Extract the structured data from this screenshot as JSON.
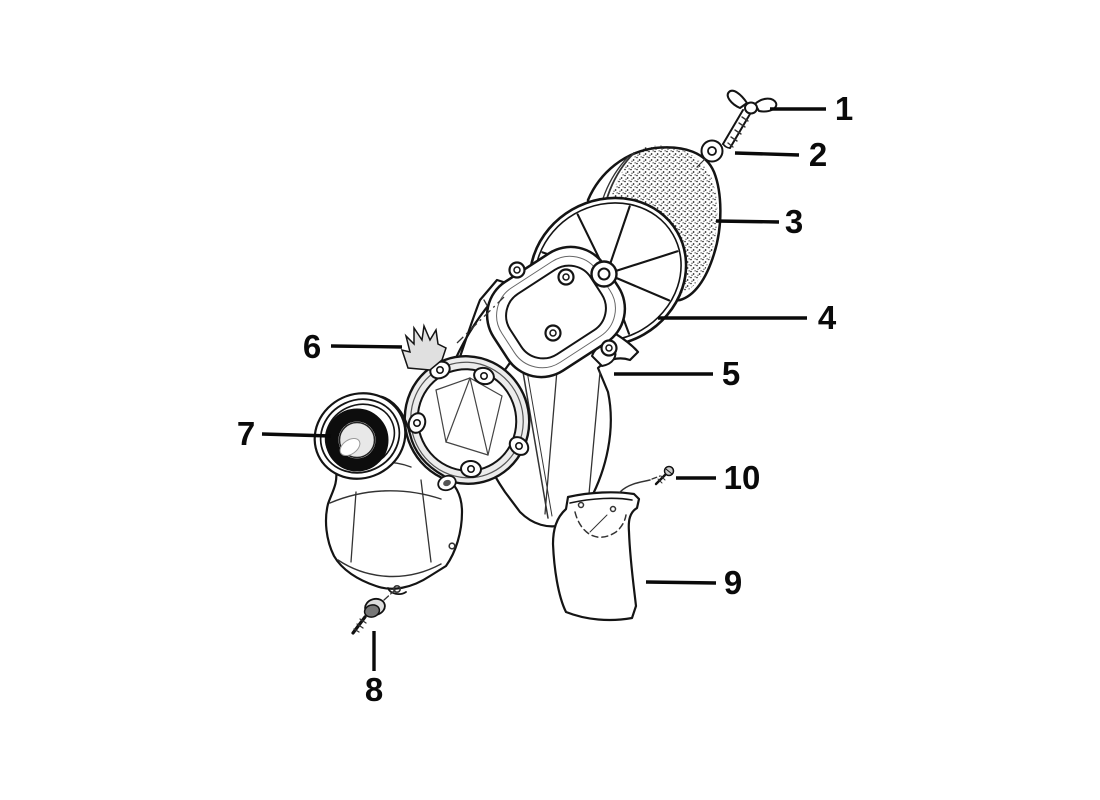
{
  "diagram": {
    "background_color": "#ffffff",
    "line_color": "#141414",
    "callout_color": "#0a0a0a",
    "callouts": [
      {
        "label": "1"
      },
      {
        "label": "2"
      },
      {
        "label": "3"
      },
      {
        "label": "4"
      },
      {
        "label": "5"
      },
      {
        "label": "6"
      },
      {
        "label": "7"
      },
      {
        "label": "8"
      },
      {
        "label": "9"
      },
      {
        "label": "10"
      }
    ]
  }
}
